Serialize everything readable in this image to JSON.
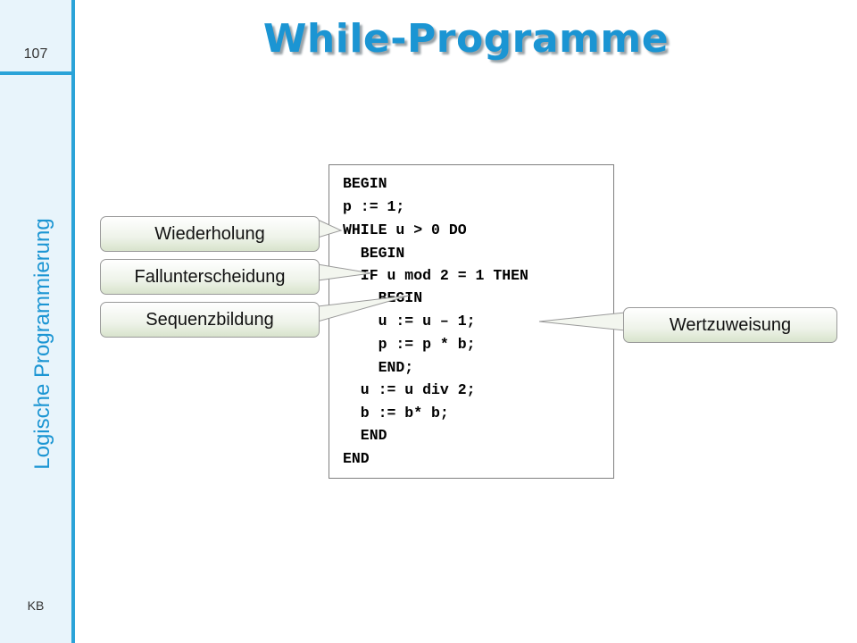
{
  "slide": {
    "number": "107",
    "title": "While-Programme",
    "vertical_title": "Logische Programmierung",
    "author": "KB"
  },
  "code": {
    "lines": [
      "BEGIN",
      "p := 1;",
      "WHILE u > 0 DO",
      "  BEGIN",
      "  IF u mod 2 = 1 THEN",
      "    BEGIN",
      "    u := u – 1;",
      "    p := p * b;",
      "    END;",
      "  u := u div 2;",
      "  b := b* b;",
      "  END",
      "END"
    ]
  },
  "callouts": {
    "wiederholung": "Wiederholung",
    "fallunterscheidung": "Fallunterscheidung",
    "sequenzbildung": "Sequenzbildung",
    "wertzuweisung": "Wertzuweisung"
  },
  "colors": {
    "accent": "#1b95d3",
    "band": "#e8f4fb",
    "rule": "#2aa3d8"
  }
}
